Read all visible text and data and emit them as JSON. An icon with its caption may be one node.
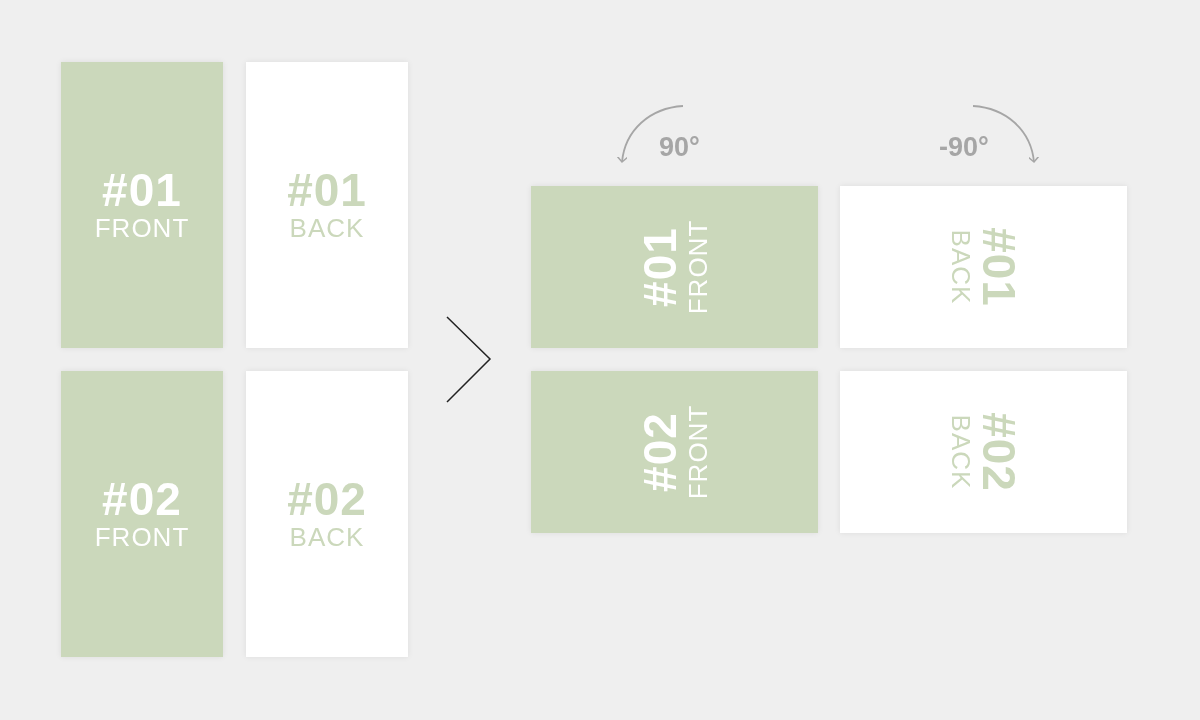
{
  "diagram": {
    "nodes": [
      {
        "text": [
          "#01",
          "FRONT"
        ]
      },
      {
        "text": [
          "#01",
          "BACK"
        ]
      },
      {
        "text": [
          "#02",
          "FRONT"
        ]
      },
      {
        "text": [
          "#02",
          "BACK"
        ]
      },
      {
        "text": [
          "#01",
          "FRONT"
        ]
      },
      {
        "text": [
          "#01",
          "BACK"
        ]
      },
      {
        "text": [
          "#02",
          "FRONT"
        ]
      },
      {
        "text": [
          "#02",
          "BACK"
        ]
      }
    ],
    "labels": [
      "90°",
      "-90°"
    ]
  }
}
